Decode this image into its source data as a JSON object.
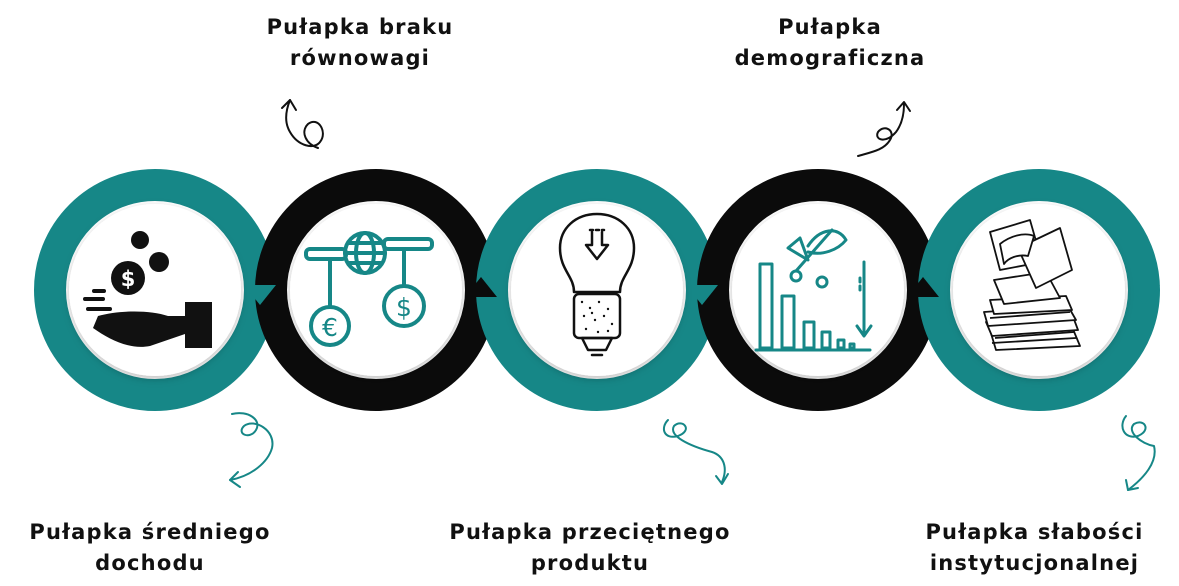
{
  "colors": {
    "teal": "#168787",
    "black": "#0b0b0b",
    "white": "#ffffff"
  },
  "traps": [
    {
      "title_lines": [
        "Pułapka średniego",
        "dochodu"
      ],
      "ring_color": "teal",
      "icon": "hand-coins-dollar-icon"
    },
    {
      "title_lines": [
        "Pułapka braku",
        "równowagi"
      ],
      "ring_color": "black",
      "icon": "globe-scale-currency-icon"
    },
    {
      "title_lines": [
        "Pułapka przeciętnego",
        "produktu"
      ],
      "ring_color": "teal",
      "icon": "lightbulb-down-arrow-icon"
    },
    {
      "title_lines": [
        "Pułapka",
        "demograficzna"
      ],
      "ring_color": "black",
      "icon": "declining-bar-chart-stroller-icon"
    },
    {
      "title_lines": [
        "Pułapka słabości",
        "instytucjonalnej"
      ],
      "ring_color": "teal",
      "icon": "paper-pile-icon"
    }
  ]
}
